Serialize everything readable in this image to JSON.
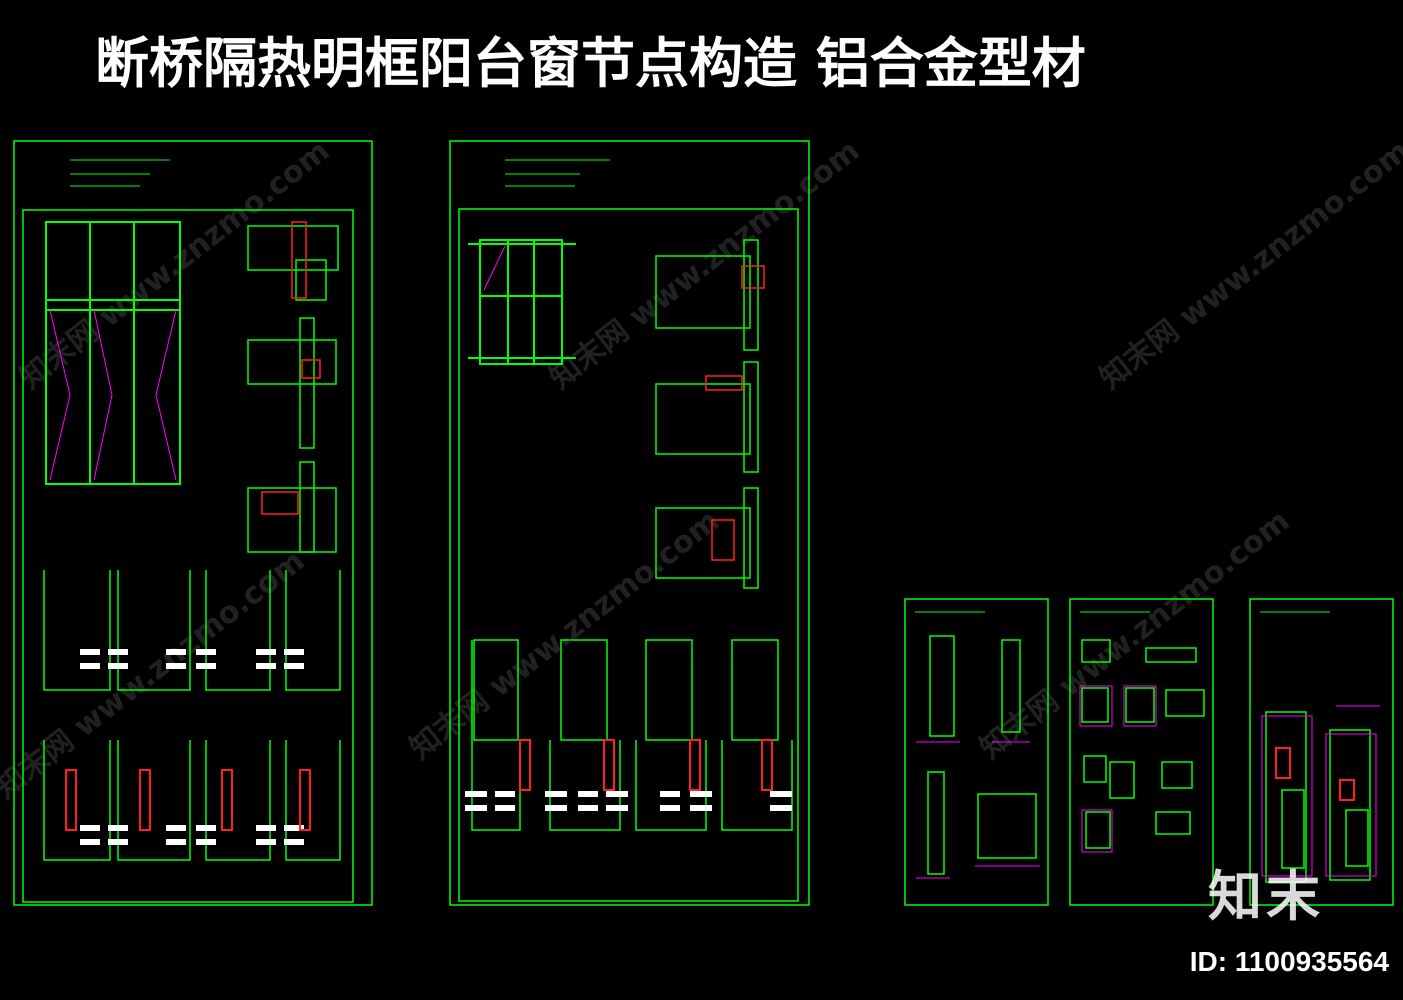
{
  "title": "断桥隔热明框阳台窗节点构造  铝合金型材",
  "id_label": "ID: 1100935564",
  "brand_label": "知末",
  "watermark_text": "知末网 www.znzmo.com",
  "colors": {
    "background": "#000000",
    "frame": "#00ff00",
    "detail_red": "#ff2020",
    "detail_magenta": "#ff00ff",
    "detail_white": "#ffffff",
    "title_text": "#ffffff"
  },
  "sheets": [
    {
      "name": "sheet-1",
      "size": "large"
    },
    {
      "name": "sheet-2",
      "size": "large"
    },
    {
      "name": "sheet-3",
      "size": "small"
    },
    {
      "name": "sheet-4",
      "size": "small"
    },
    {
      "name": "sheet-5",
      "size": "small"
    }
  ]
}
